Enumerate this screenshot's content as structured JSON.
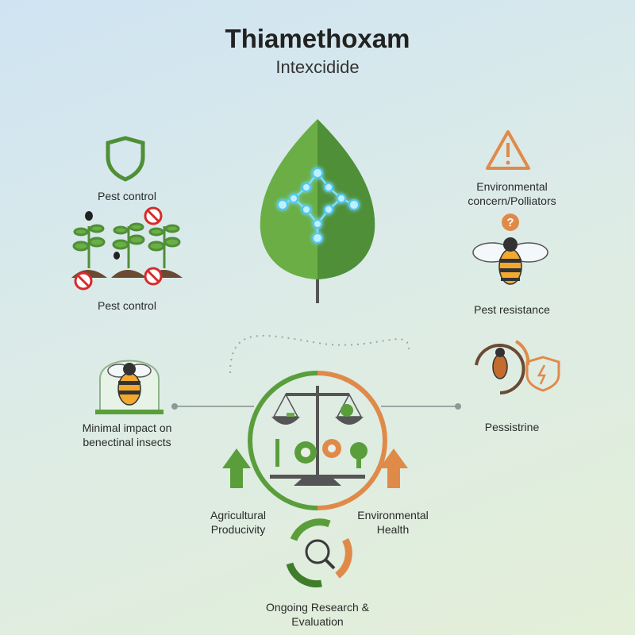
{
  "title": "Thiamethoxam",
  "subtitle": "Intexcidide",
  "left": {
    "top_label": "Pest control",
    "bottom_label": "Pest control",
    "beneficial_label": "Minimal impact on benectinal insects"
  },
  "right": {
    "concern_label": "Environmental concern/Polliators",
    "resistance_label": "Pest resistance",
    "pessistrine_label": "Pessistrine"
  },
  "balance": {
    "left_label": "Agricultural Producivity",
    "right_label": "Environmental Health",
    "research_label": "Ongoing Research & Evaluation"
  },
  "colors": {
    "green": "#5a9e3c",
    "dark_green": "#3f7d2b",
    "orange": "#e08a4a",
    "glow_blue": "#5fd0ff"
  }
}
